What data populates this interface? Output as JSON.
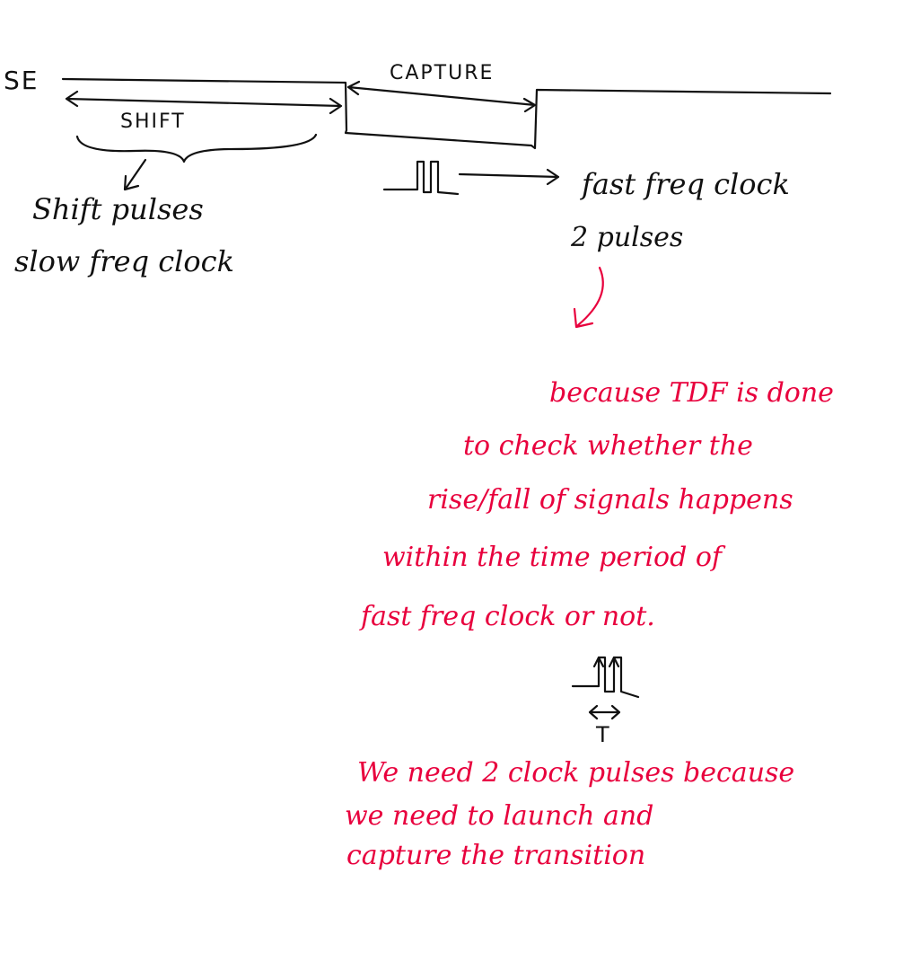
{
  "signal": {
    "label": "SE",
    "shift_label": "SHIFT",
    "capture_label": "CAPTURE"
  },
  "shift_note": {
    "line1": "Shift pulses",
    "line2": "slow freq clock"
  },
  "capture_note": {
    "line1": "fast freq clock",
    "line2": "2 pulses"
  },
  "reason": {
    "line1": "because TDF is done",
    "line2": "to check whether the",
    "line3": "rise/fall of signals happens",
    "line4": "within the time period of",
    "line5": "fast freq clock or not."
  },
  "period_label": "T",
  "conclusion": {
    "line1": "We need 2 clock pulses because",
    "line2": "we need to launch and",
    "line3": "capture the transition"
  },
  "colors": {
    "black_ink": "#111111",
    "red_ink": "#e8003d",
    "background": "#ffffff"
  }
}
